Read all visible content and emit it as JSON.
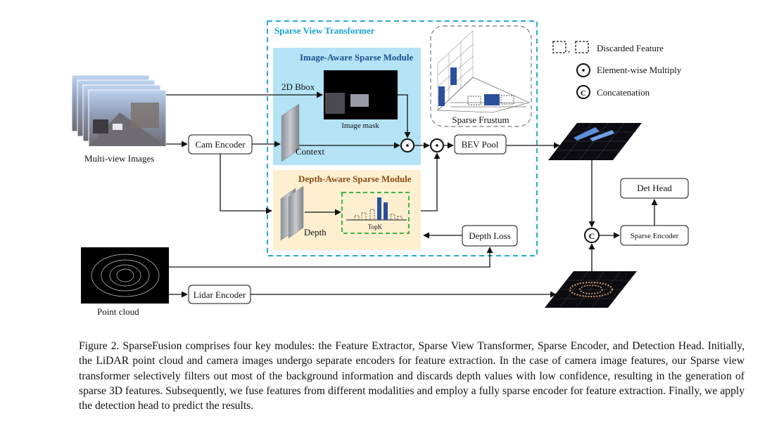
{
  "diagram": {
    "transformer_title": "Sparse View Transformer",
    "image_module_title": "Image-Aware Sparse Module",
    "depth_module_title": "Depth-Aware Sparse Module",
    "bbox_label": "2D Bbox",
    "image_mask_label": "Image mask",
    "context_label": "Context",
    "depth_label": "Depth",
    "topk_label": "TopK",
    "sparse_frustum_label": "Sparse Frustum",
    "multiview_label": "Multi-view Images",
    "cam_encoder": "Cam Encoder",
    "bev_pool": "BEV Pool",
    "depth_loss": "Depth Loss",
    "point_cloud_label": "Point cloud",
    "lidar_encoder": "Lidar Encoder",
    "det_head": "Det Head",
    "sparse_encoder": "Sparse Encoder",
    "concat_symbol": "C",
    "legend": {
      "discarded": "Discarded Feature",
      "multiply": "Element-wise Multiply",
      "concat": "Concatenation",
      "separator": ","
    }
  },
  "caption": "Figure 2. SparseFusion comprises four key modules: the Feature Extractor, Sparse View Transformer, Sparse Encoder, and Detection Head. Initially, the LiDAR point cloud and camera images undergo separate encoders for feature extraction. In the case of camera image features, our Sparse view transformer selectively filters out most of the background information and discards depth values with low confidence, resulting in the generation of sparse 3D features. Subsequently, we fuse features from different modalities and employ a fully sparse encoder for feature extraction. Finally, we apply the detection head to predict the results.",
  "colors": {
    "transformer_border": "#29a9d6",
    "transformer_title": "#19a2d4",
    "image_module_bg": "#b3e3f5",
    "image_module_title": "#1f4f8f",
    "depth_module_bg": "#fdefcf",
    "depth_module_title": "#8a4a14",
    "topk_border": "#3db54a",
    "bar_blue": "#2b4f9a"
  }
}
